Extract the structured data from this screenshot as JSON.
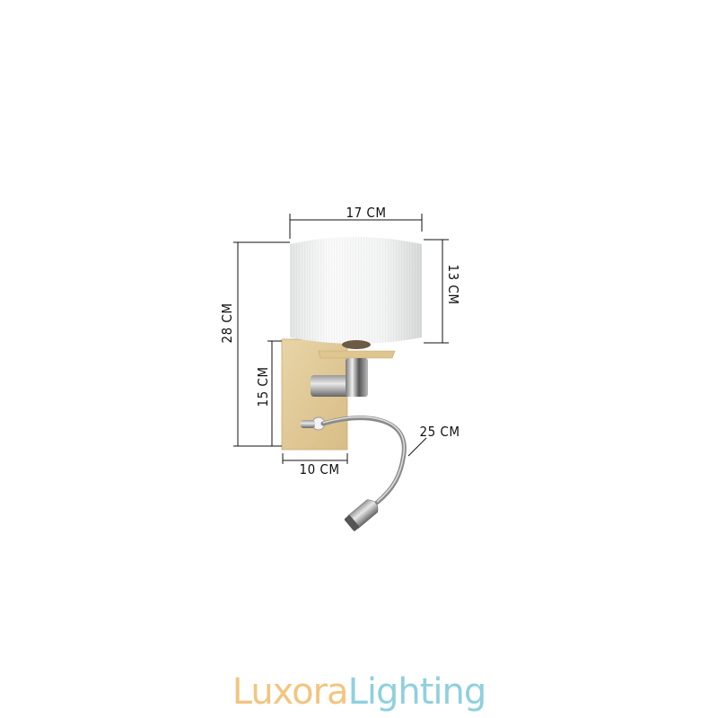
{
  "dimensions": {
    "shade_width": "17 CM",
    "total_height": "28 CM",
    "shade_height": "13 CM",
    "backplate_height": "15 CM",
    "backplate_width": "10 CM",
    "gooseneck_length": "25 CM"
  },
  "logo": {
    "part1": "Luxora",
    "part2": "Lighting",
    "color1": "#f2c57f",
    "color2": "#8fd0de"
  }
}
